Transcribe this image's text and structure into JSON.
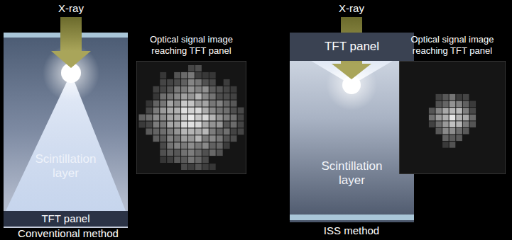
{
  "diagram": {
    "nodes": [
      {
        "text": [
          "Scintillation layer"
        ]
      },
      {
        "text": [
          "TFT panel"
        ]
      },
      {
        "text": [
          "Optical signal image reaching TFT panel"
        ]
      },
      {
        "text": [
          "TFT panel"
        ]
      },
      {
        "text": [
          "Scintillation layer"
        ]
      },
      {
        "text": [
          "Optical signal image reaching TFT panel"
        ]
      }
    ],
    "labels": [
      "X-ray",
      "Conventional method",
      "X-ray",
      "ISS method"
    ]
  }
}
